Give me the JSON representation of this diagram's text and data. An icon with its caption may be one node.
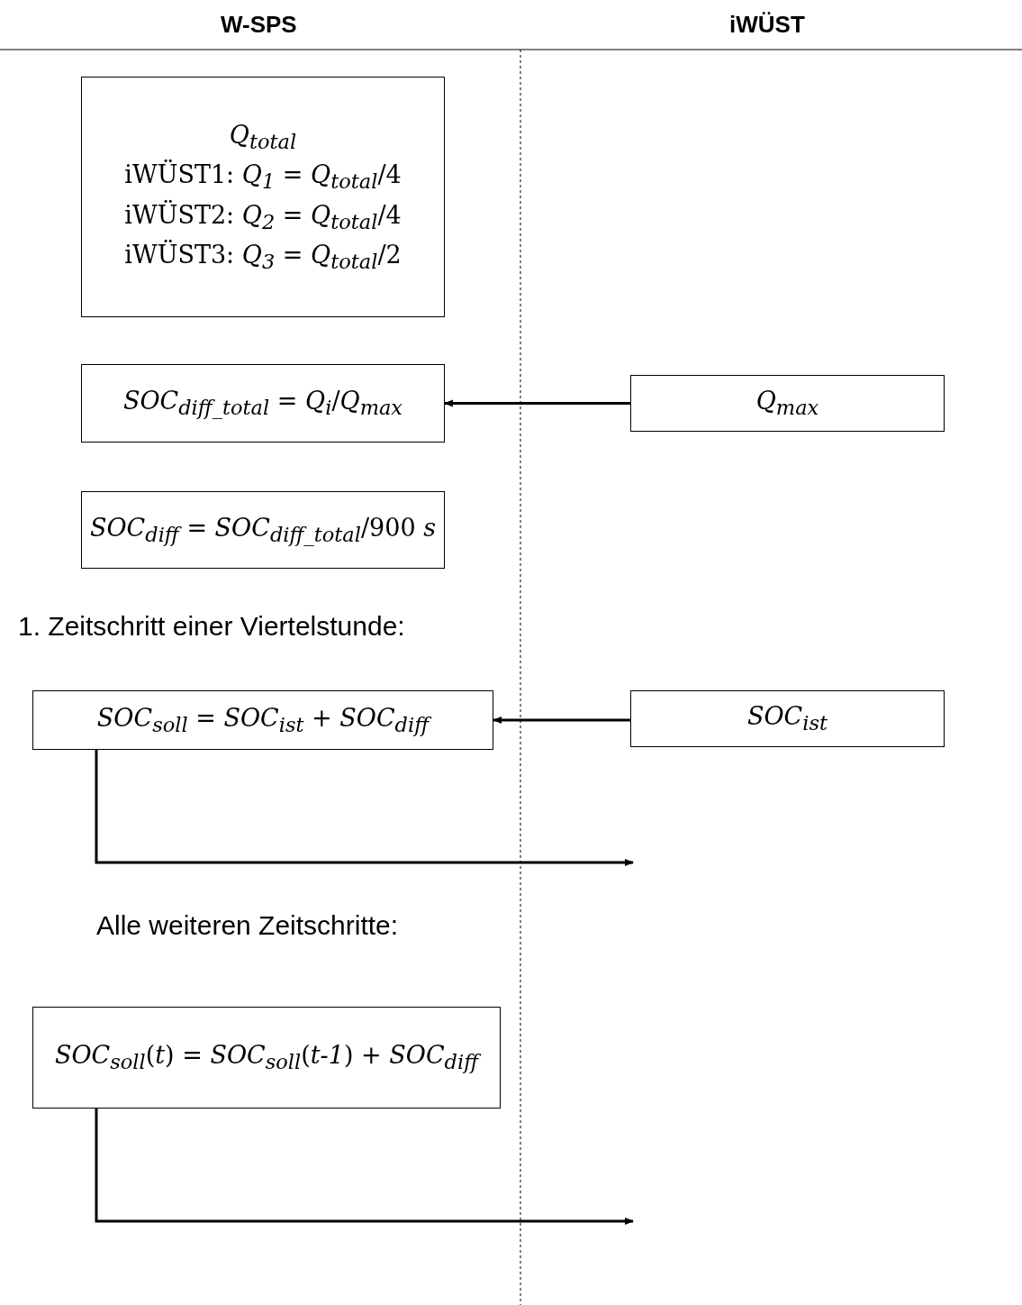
{
  "diagram": {
    "nodes": [
      {
        "text": [
          "*Q*$_{total}$",
          "iWÜST1: *Q*$_{1}$ = *Q*$_{total}$/4",
          "iWÜST2: *Q*$_{2}$ = *Q*$_{total}$/4",
          "iWÜST3: *Q*$_{3}$ = *Q*$_{total}$/2"
        ]
      },
      {
        "text": [
          "*SOC*$_{diff_total}$ = *Q*$_{i}$/*Q*$_{max}$"
        ]
      },
      {
        "text": [
          "*Q*$_{max}$"
        ]
      },
      {
        "text": [
          "*SOC*$_{diff}$ = *SOC*$_{diff_total}$/900 *s*"
        ]
      },
      {
        "text": [
          "*SOC*$_{soll}$ = *SOC*$_{ist}$ + *SOC*$_{diff}$"
        ]
      },
      {
        "text": [
          "*SOC*$_{ist}$"
        ]
      },
      {
        "text": [
          "*SOC*$_{soll}$(*t*) = *SOC*$_{soll}$(*t-1*) + *SOC*$_{diff}$"
        ]
      }
    ],
    "edges": [
      {
        "from": 2,
        "to": 1,
        "arrow": "to"
      },
      {
        "from": 5,
        "to": 4,
        "arrow": "to"
      },
      {
        "from": 4,
        "to": null,
        "arrow": "to"
      },
      {
        "from": 6,
        "to": null,
        "arrow": "to"
      }
    ],
    "labels": [
      "W-SPS",
      "iWÜST",
      "1. Zeitschritt einer Viertelstunde:",
      "Alle weiteren Zeitschritte:"
    ]
  }
}
